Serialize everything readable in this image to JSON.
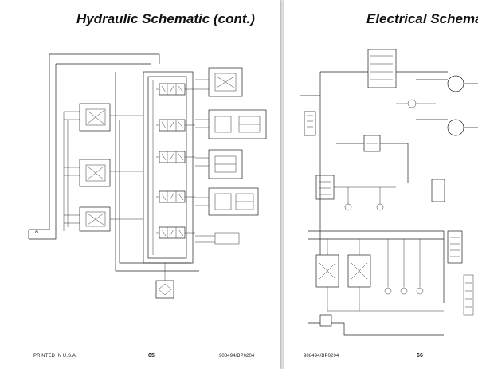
{
  "left_page": {
    "title": "Hydraulic Schematic (cont.)",
    "footer_left": "PRINTED IN U.S.A.",
    "page_number": "65",
    "footer_right": "908494/BP0204",
    "connector_label": "A"
  },
  "right_page": {
    "title": "Electrical Schematic",
    "footer_left": "908494/BP0204",
    "page_number": "66"
  }
}
